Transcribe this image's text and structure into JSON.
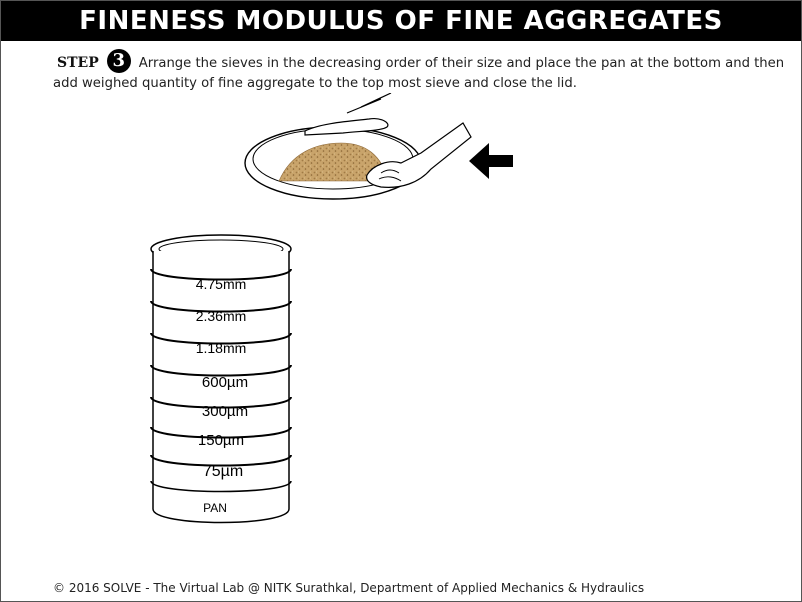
{
  "header": {
    "title": "FINENESS MODULUS OF FINE AGGREGATES"
  },
  "instructions": {
    "step_label": "STEP",
    "step_number": "3",
    "text": "Arrange the sieves in the decreasing order of their size and place the pan at the bottom and then add weighed quantity of fine aggregate to the top most sieve and close the lid."
  },
  "illustration": {
    "icons": [
      "pan-with-aggregate-icon",
      "hand-icon",
      "arrow-left-icon",
      "sieve-stack-icon"
    ],
    "sieves": [
      {
        "label": "4.75mm"
      },
      {
        "label": "2.36mm"
      },
      {
        "label": "1.18mm"
      },
      {
        "label": "600µm"
      },
      {
        "label": "300µm"
      },
      {
        "label": "150µm"
      },
      {
        "label": "75µm"
      },
      {
        "label": "PAN"
      }
    ],
    "colors": {
      "aggregate": "#c9a46b",
      "aggregate_dark": "#a07a45",
      "outline": "#000000"
    }
  },
  "footer": {
    "copyright": "© 2016 SOLVE - The Virtual Lab @ NITK Surathkal, Department of Applied Mechanics & Hydraulics"
  }
}
